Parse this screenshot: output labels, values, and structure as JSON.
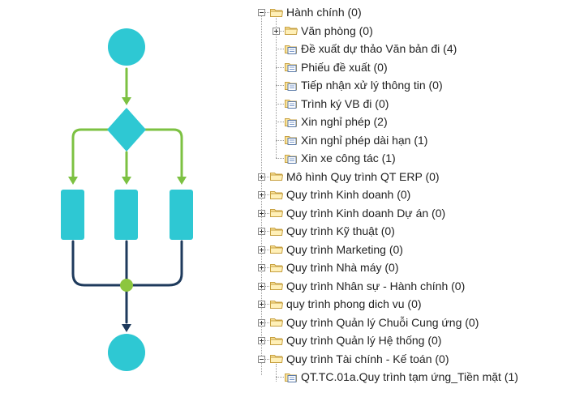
{
  "colors": {
    "node": "#2ec8d3",
    "green_arrow": "#7cc142",
    "dark_arrow": "#1e3a5c",
    "junction": "#8cc63f",
    "folder_fill": "#fbe39a",
    "folder_stroke": "#c7a040"
  },
  "flowchart": {
    "icon": "process-flow-diagram-icon"
  },
  "tree": {
    "folder_icon": "folder-icon",
    "document_icon": "document-icon",
    "nodes": [
      {
        "label": "Hành chính (0)",
        "type": "folder",
        "state": "expanded"
      },
      {
        "label": "Văn phòng (0)",
        "type": "folder",
        "state": "collapsed"
      },
      {
        "label": "Đề xuất dự thảo Văn bản đi (4)",
        "type": "document"
      },
      {
        "label": "Phiếu đề xuất (0)",
        "type": "document"
      },
      {
        "label": "Tiếp nhận xử lý thông tin (0)",
        "type": "document"
      },
      {
        "label": "Trình ký VB đi (0)",
        "type": "document"
      },
      {
        "label": "Xin nghỉ phép (2)",
        "type": "document"
      },
      {
        "label": "Xin nghỉ phép dài hạn (1)",
        "type": "document"
      },
      {
        "label": "Xin xe công tác (1)",
        "type": "document"
      },
      {
        "label": "Mô hình Quy trình QT ERP (0)",
        "type": "folder",
        "state": "collapsed"
      },
      {
        "label": "Quy trình Kinh doanh (0)",
        "type": "folder",
        "state": "collapsed"
      },
      {
        "label": "Quy trình Kinh doanh Dự án (0)",
        "type": "folder",
        "state": "collapsed"
      },
      {
        "label": "Quy trình Kỹ thuật (0)",
        "type": "folder",
        "state": "collapsed"
      },
      {
        "label": "Quy trình Marketing (0)",
        "type": "folder",
        "state": "collapsed"
      },
      {
        "label": "Quy trình Nhà máy (0)",
        "type": "folder",
        "state": "collapsed"
      },
      {
        "label": "Quy trình Nhân sự - Hành chính (0)",
        "type": "folder",
        "state": "collapsed"
      },
      {
        "label": "quy trình phong dich vu (0)",
        "type": "folder",
        "state": "collapsed"
      },
      {
        "label": "Quy trình Quản lý Chuỗi Cung ứng (0)",
        "type": "folder",
        "state": "collapsed"
      },
      {
        "label": "Quy trình Quản lý Hệ thống (0)",
        "type": "folder",
        "state": "collapsed"
      },
      {
        "label": "Quy trình Tài chính - Kế toán (0)",
        "type": "folder",
        "state": "expanded"
      },
      {
        "label": "QT.TC.01a.Quy trình tạm ứng_Tiền mặt (1)",
        "type": "document"
      }
    ]
  }
}
